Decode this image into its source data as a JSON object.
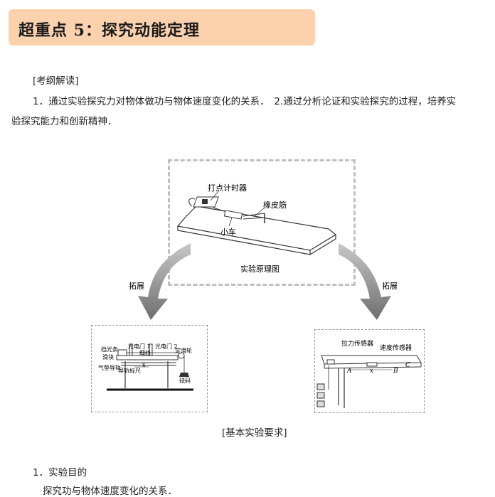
{
  "banner": {
    "title": "超重点 5：探究动能定理"
  },
  "syllabus": {
    "heading": "[考纲解读]",
    "line1": "1．通过实验探究力对物体做功与物体速度变化的关系．　2.通过分析论证和实验探究的过程，培养实",
    "line2": "验探究能力和创新精神．"
  },
  "figure": {
    "timer_label": "打点计时器",
    "rubber_label": "橡皮筋",
    "cart_label": "小车",
    "principle_caption": "实验原理图",
    "left_expand": "拓展",
    "right_expand": "拓展",
    "left": {
      "light_bar": "挡光条",
      "slider": "滑块",
      "gate1": "光电门 1",
      "gate2": "光电门 2",
      "thread": "细线",
      "pulley": "定滑轮",
      "air_track": "气垫导轨",
      "rail_scale": "导轨标尺",
      "weight": "砝码",
      "x": "x"
    },
    "right": {
      "force_sensor": "拉力传感器",
      "speed_sensor": "速度传感器",
      "A": "A",
      "B": "B",
      "C": "C",
      "x": "x"
    }
  },
  "requirements_heading": "[基本实验要求]",
  "section1": {
    "title": "1．实验目的",
    "body": "探究功与物体速度变化的关系．"
  },
  "colors": {
    "banner": "#fbd2ad",
    "arrow": "#808080"
  }
}
